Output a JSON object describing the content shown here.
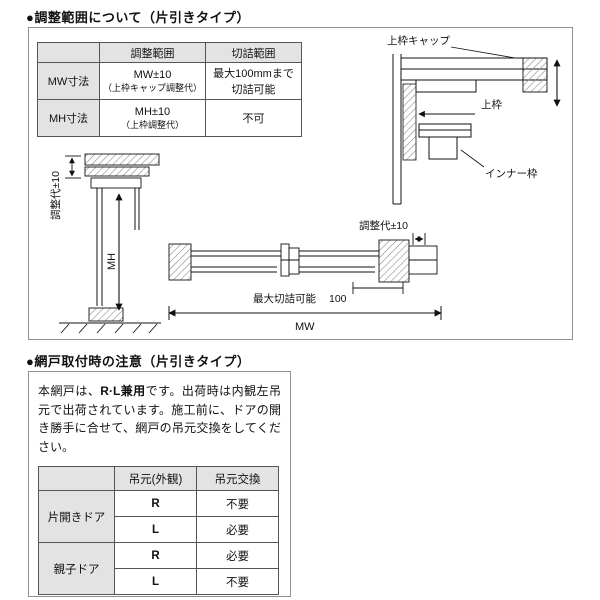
{
  "sections": {
    "adjust": {
      "title": "●調整範囲について（片引きタイプ）"
    },
    "screen": {
      "title": "●網戸取付時の注意（片引きタイプ）"
    }
  },
  "adjust_table": {
    "col_adjust": "調整範囲",
    "col_cut": "切詰範囲",
    "rows": [
      {
        "label": "MW寸法",
        "adjust_main": "MW±10",
        "adjust_note": "（上枠キャップ調整代）",
        "cut_line1": "最大100mmまで",
        "cut_line2": "切詰可能"
      },
      {
        "label": "MH寸法",
        "adjust_main": "MH±10",
        "adjust_note": "（上枠調整代）",
        "cut_line1": "不可",
        "cut_line2": ""
      }
    ]
  },
  "diagrams": {
    "corner": {
      "top_cap_label": "上枠キャップ",
      "top_frame_label": "上枠",
      "inner_frame_label": "インナー枠"
    },
    "mh": {
      "adjust_label": "調整代±10",
      "dim_label": "MH"
    },
    "mw": {
      "adjust_label": "調整代±10",
      "max_cut_label": "最大切詰可能",
      "max_cut_value": "100",
      "dim_label": "MW"
    }
  },
  "screen_note": {
    "intro_pre": "本網戸は、",
    "intro_bold": "R·L兼用",
    "intro_post": "です。",
    "body": "出荷時は内観左吊元で出荷されています。施工前に、ドアの開き勝手に合せて、網戸の吊元交換をしてください。"
  },
  "screen_table": {
    "col_hinge": "吊元(外観)",
    "col_exchange": "吊元交換",
    "groups": [
      {
        "label": "片開きドア",
        "rows": [
          {
            "hinge": "R",
            "exchange": "不要"
          },
          {
            "hinge": "L",
            "exchange": "必要"
          }
        ]
      },
      {
        "label": "親子ドア",
        "rows": [
          {
            "hinge": "R",
            "exchange": "必要"
          },
          {
            "hinge": "L",
            "exchange": "不要"
          }
        ]
      }
    ]
  }
}
